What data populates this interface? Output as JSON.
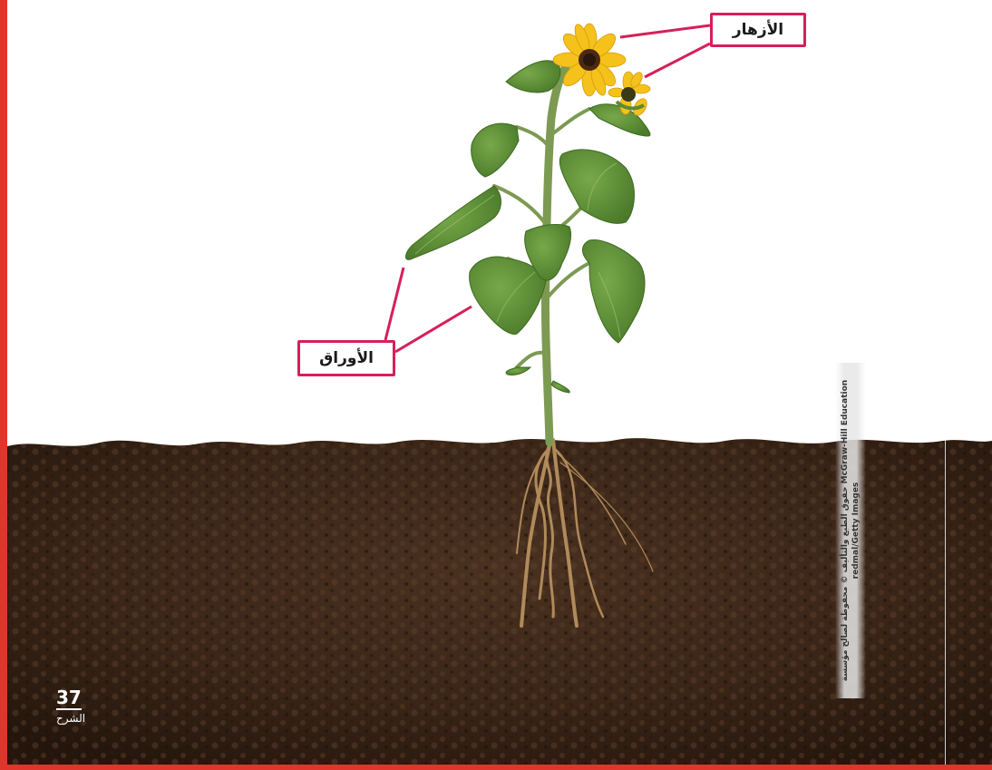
{
  "labels": {
    "flowers": "الأزهار",
    "leaves": "الأوراق"
  },
  "credits": {
    "line1": "حقوق الطبع والتأليف © محفوظة لصالح مؤسسة McGraw-Hill Education",
    "line2": "redmal/Getty Images"
  },
  "page": {
    "number": "37",
    "section": "الشرح"
  },
  "colors": {
    "border": "#e0352a",
    "label_border": "#d6205a",
    "soil": "#3b2618",
    "leaf": "#5c8a34",
    "petal": "#f4c21a"
  }
}
